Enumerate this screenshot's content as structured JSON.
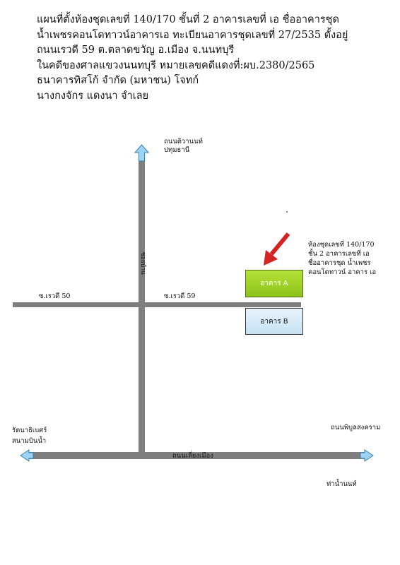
{
  "header": {
    "lines": [
      "แผนที่ตั้งห้องชุดเลขที่ 140/170 ชั้นที่ 2 อาคารเลขที่ เอ ชื่ออาคารชุด",
      "น้ำเพชรคอนโดทาวน์อาคารเอ ทะเบียนอาคารชุดเลขที่ 27/2535 ตั้งอยู่",
      "ถนนเรวดี 59 ต.ตลาดขวัญ อ.เมือง จ.นนทบุรี",
      "ในคดีของศาลแขวงนนทบุรี  หมายเลขคดีแดงที่:ผบ.2380/2565",
      "ธนาคารทิสโก้ จำกัด (มหาชน)               โจทก์",
      "นางกงจักร แดงนา      จำเลย"
    ]
  },
  "map": {
    "top_road_label": [
      "ถนนติวานนท์",
      "ปทุมธานี"
    ],
    "vertical_road_label": "ซอยบ้าน",
    "soi_left_label": "ซ.เรวดี 50",
    "soi_right_label": "ซ.เรวดี 59",
    "building_a_label": "อาคาร A",
    "building_b_label": "อาคาร B",
    "unit_description": [
      "ห้องชุดเลขที่ 140/170",
      "ชั้น 2 อาคารเลขที่ เอ",
      "ชื่ออาคารชุด น้ำเพชร",
      "คอนโดทาวน์ อาคาร เอ"
    ],
    "bottom_road_label": "ถนนเลี่ยงเมือง",
    "left_destination": [
      "รัตนาธิเบศร์",
      "สนามบินน้ำ"
    ],
    "right_destination": "ถนนพิบูลสงคราม",
    "right_bottom_destination": "ท่าน้ำนนท์",
    "colors": {
      "road": "#7f7f7f",
      "arrow_fill": "#9fd3f2",
      "arrow_stroke": "#3a7fb0",
      "marker_arrow": "#d42424",
      "building_a": "#a3d12b",
      "building_b": "#d6ebf8"
    }
  }
}
